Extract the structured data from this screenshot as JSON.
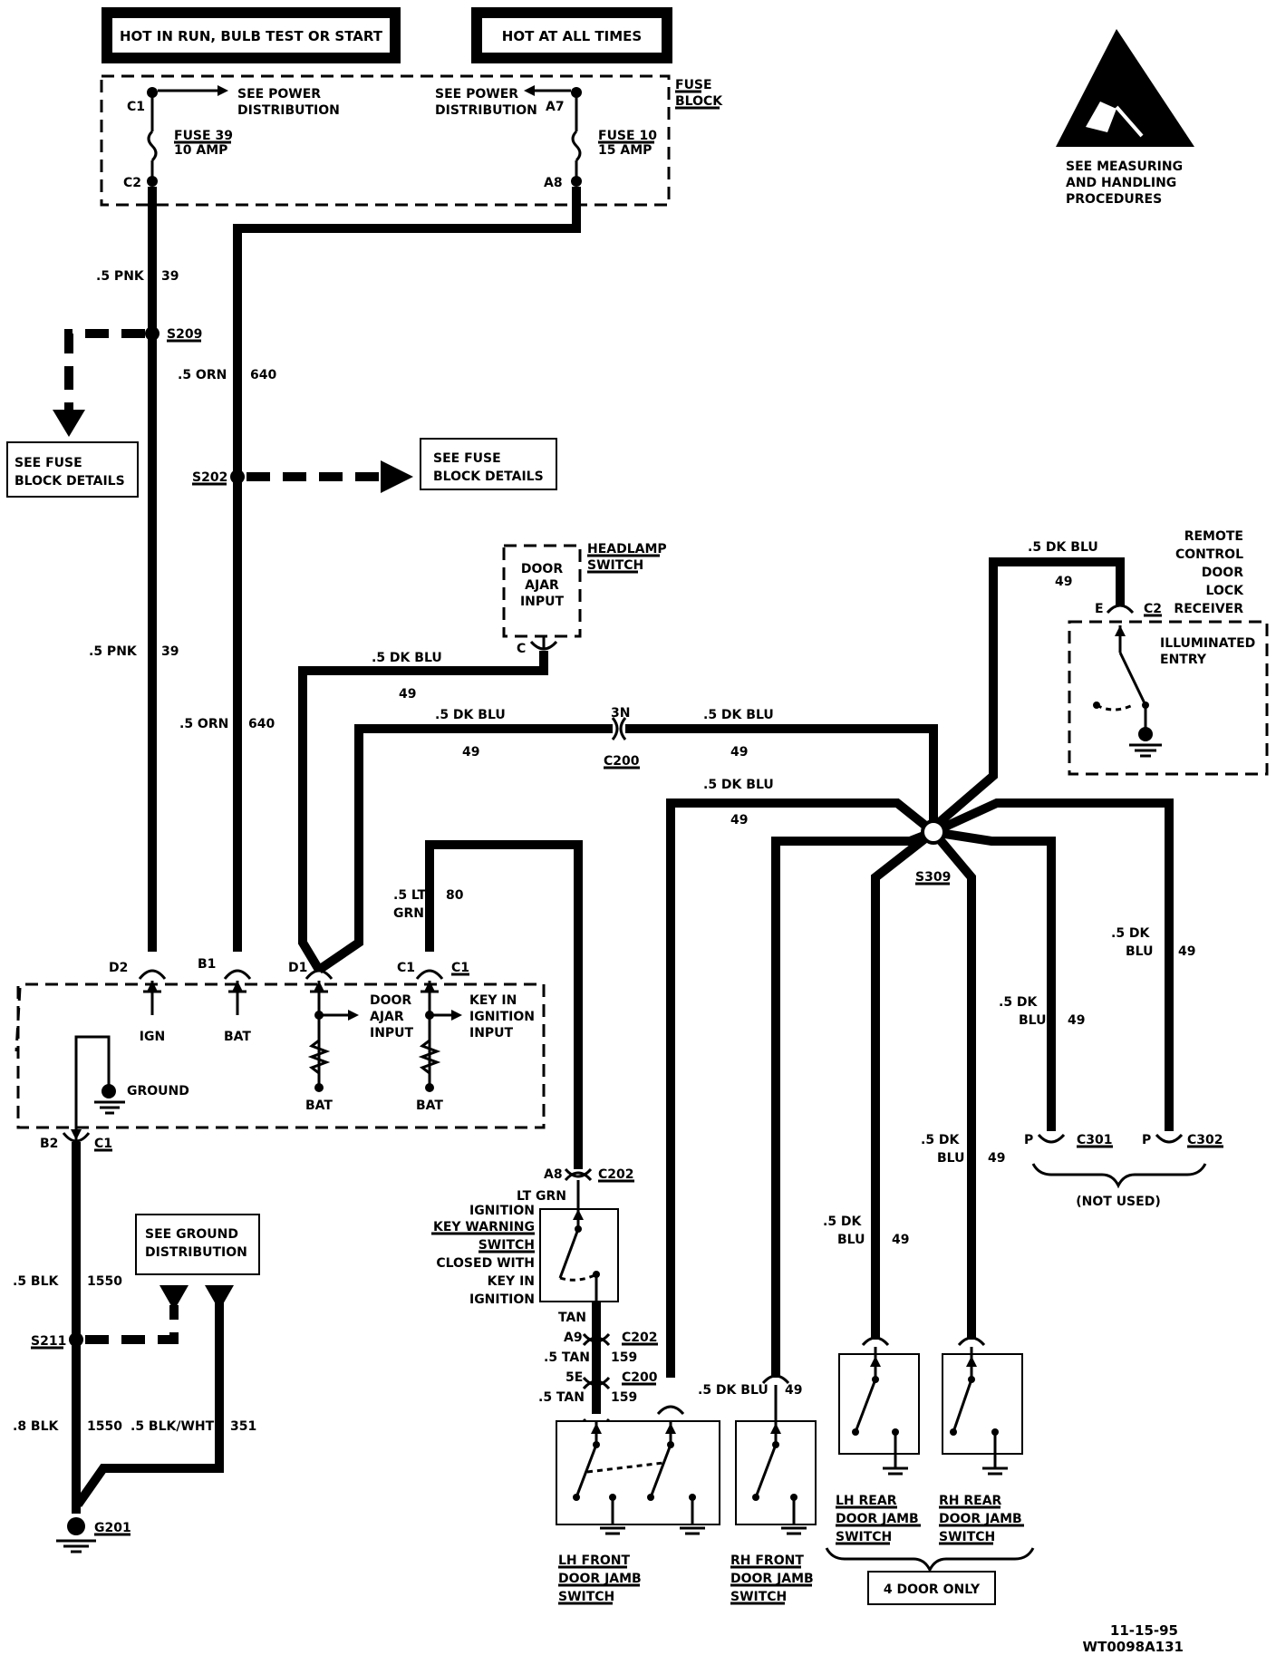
{
  "header": {
    "run_label": "HOT IN RUN, BULB TEST OR START",
    "always_label": "HOT AT ALL TIMES"
  },
  "esd": {
    "line1": "SEE MEASURING",
    "line2": "AND HANDLING",
    "line3": "PROCEDURES"
  },
  "fuse_block": {
    "title1": "FUSE",
    "title2": "BLOCK",
    "c1": "C1",
    "c2": "C2",
    "a7": "A7",
    "a8": "A8",
    "see_power_left1": "SEE  POWER",
    "see_power_left2": "DISTRIBUTION",
    "see_power_right1": "SEE  POWER",
    "see_power_right2": "DISTRIBUTION",
    "fuse39_1": "FUSE 39",
    "fuse39_2": "10 AMP",
    "fuse10_1": "FUSE 10",
    "fuse10_2": "15 AMP"
  },
  "wires": {
    "pnk_a": ".5 PNK",
    "pnk_a_num": "39",
    "pnk_b": ".5 PNK",
    "pnk_b_num": "39",
    "orn_a": ".5  ORN",
    "orn_a_num": "640",
    "orn_b": ".5 ORN",
    "orn_b_num": "640",
    "dkblu_1": ".5  DK  BLU",
    "dkblu_1_num": "49",
    "dkblu_2": ".5  DK  BLU",
    "dkblu_2_num": "49",
    "dkblu_3": ".5  DK  BLU",
    "dkblu_3_num": "49",
    "dkblu_4": ".5  DK  BLU",
    "dkblu_4_num": "49",
    "dkblu_5": ".5  DK  BLU",
    "dkblu_5_num": "49",
    "ltgrn_1": ".5 LT",
    "ltgrn_2": "GRN",
    "ltgrn_num": "80",
    "c301_wire1": ".5  DK",
    "c301_wire2": "BLU",
    "c301_num": "49",
    "c302_wire1": ".5  DK",
    "c302_wire2": "BLU",
    "c302_num": "49",
    "rhrear_wire1": ".5  DK",
    "rhrear_wire2": "BLU",
    "rhrear_num": "49",
    "lhrear_wire1": ".5  DK",
    "lhrear_wire2": "BLU",
    "lhrear_num": "49",
    "rhfront_wire": ".5 DK BLU",
    "rhfront_num": "49",
    "blk_a": ".5  BLK",
    "blk_a_num": "1550",
    "blk_b": ".8  BLK",
    "blk_b_num": "1550",
    "blkwht": ".5 BLK/WHT",
    "blkwht_num": "351",
    "ltgrn_sw": "LT GRN",
    "tan_a": "TAN",
    "tan_b": ".5 TAN",
    "tan_b_num": "159",
    "tan_c": ".5  TAN",
    "tan_c_num": "159"
  },
  "splices": {
    "s209": "S209",
    "s202": "S202",
    "s309": "S309",
    "s211": "S211",
    "g201": "G201"
  },
  "refs": {
    "fuse_details_left1": "SEE FUSE",
    "fuse_details_left2": "BLOCK DETAILS",
    "fuse_details_right1": "SEE FUSE",
    "fuse_details_right2": "BLOCK DETAILS",
    "ground_dist1": "SEE GROUND",
    "ground_dist2": "DISTRIBUTION"
  },
  "headlamp": {
    "title1": "HEADLAMP",
    "title2": "SWITCH",
    "inner1": "DOOR",
    "inner2": "AJAR",
    "inner3": "INPUT",
    "pin": "C"
  },
  "receiver": {
    "title1": "REMOTE",
    "title2": "CONTROL",
    "title3": "DOOR",
    "title4": "LOCK",
    "title5": "RECEIVER",
    "pin_e": "E",
    "pin_c2": "C2",
    "inner1": "ILLUMINATED",
    "inner2": "ENTRY"
  },
  "connectors": {
    "c200_pin": "3N",
    "c200": "C200",
    "d2": "D2",
    "b1": "B1",
    "d1": "D1",
    "c1a": "C1",
    "c1b": "C1",
    "b2": "B2",
    "c1_low": "C1",
    "a8": "A8",
    "c202_a": "C202",
    "a9": "A9",
    "c202_b": "C202",
    "pin5e": "5E",
    "c200_b": "C200",
    "p301": "P",
    "c301": "C301",
    "p302": "P",
    "c302": "C302",
    "not_used": "(NOT  USED)"
  },
  "module": {
    "ign": "IGN",
    "bat1": "BAT",
    "bat2": "BAT",
    "bat3": "BAT",
    "ground": "GROUND",
    "door1": "DOOR",
    "door2": "AJAR",
    "door3": "INPUT",
    "key1": "KEY IN",
    "key2": "IGNITION",
    "key3": "INPUT"
  },
  "switches": {
    "ign1": "IGNITION",
    "ign2": "KEY WARNING",
    "ign3": "SWITCH",
    "ign4": "CLOSED WITH",
    "ign5": "KEY IN",
    "ign6": "IGNITION",
    "lhf1": "LH FRONT",
    "lhf2": "DOOR JAMB",
    "lhf3": "SWITCH",
    "rhf1": "RH FRONT",
    "rhf2": "DOOR JAMB",
    "rhf3": "SWITCH",
    "lhr1": "LH REAR",
    "lhr2": "DOOR JAMB",
    "lhr3": "SWITCH",
    "rhr1": "RH REAR",
    "rhr2": "DOOR JAMB",
    "rhr3": "SWITCH",
    "four_door": "4 DOOR ONLY"
  },
  "footer": {
    "date": "11-15-95",
    "code": "WT0098A131"
  }
}
